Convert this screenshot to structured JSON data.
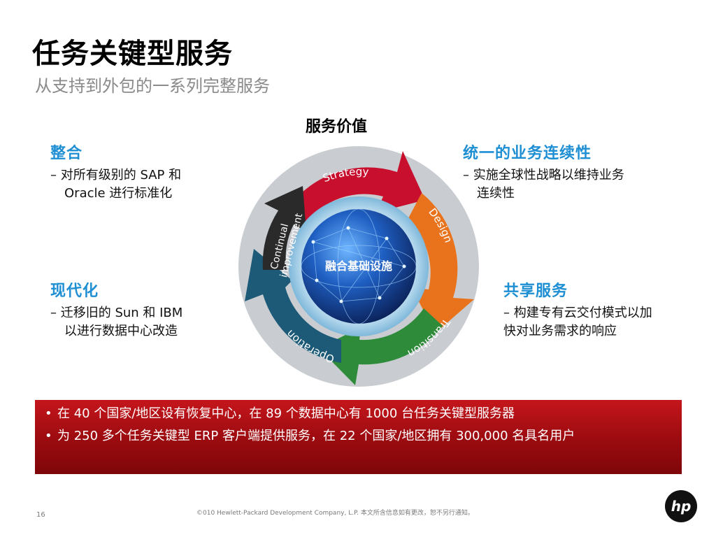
{
  "slide": {
    "title": "任务关键型服务",
    "subtitle": "从支持到外包的一系列完整服务",
    "value_heading": "服务价值"
  },
  "quadrants": {
    "top_left": {
      "heading": "整合",
      "line1": "– 对所有级别的 SAP 和",
      "line2": "Oracle 进行标准化"
    },
    "top_right": {
      "heading": "统一的业务连续性",
      "line1": "– 实施全球性战略以维持业务",
      "line2": "连续性"
    },
    "bottom_left": {
      "heading": "现代化",
      "line1": "– 迁移旧的 Sun 和 IBM",
      "line2": "以进行数据中心改造"
    },
    "bottom_right": {
      "heading": "共享服务",
      "line1": "– 构建专有云交付模式以加",
      "line2": "快对业务需求的响应"
    }
  },
  "cycle": {
    "center_label": "融合基础设施",
    "stages": {
      "strategy": "Strategy",
      "design": "Design",
      "transition": "Transition",
      "operation": "Operation",
      "continual_line1": "Continual",
      "continual_line2": "improvement"
    },
    "colors": {
      "strategy": "#c8102e",
      "design": "#e8731c",
      "transition": "#2e8b3a",
      "operation": "#1c5a78",
      "continual": "#2a2a2a",
      "globe": "#1a4fa0"
    }
  },
  "banner": {
    "bullets": [
      "在 40 个国家/地区设有恢复中心，在 89 个数据中心有 1000 台任务关键型服务器",
      "为 250 多个任务关键型 ERP 客户端提供服务，在 22 个国家/地区拥有 300,000 名具名用户"
    ]
  },
  "footer": {
    "page_number": "16",
    "copyright": "©010 Hewlett-Packard Development Company, L.P. 本文所含信息如有更改，恕不另行通知。",
    "logo_text": "hp"
  }
}
